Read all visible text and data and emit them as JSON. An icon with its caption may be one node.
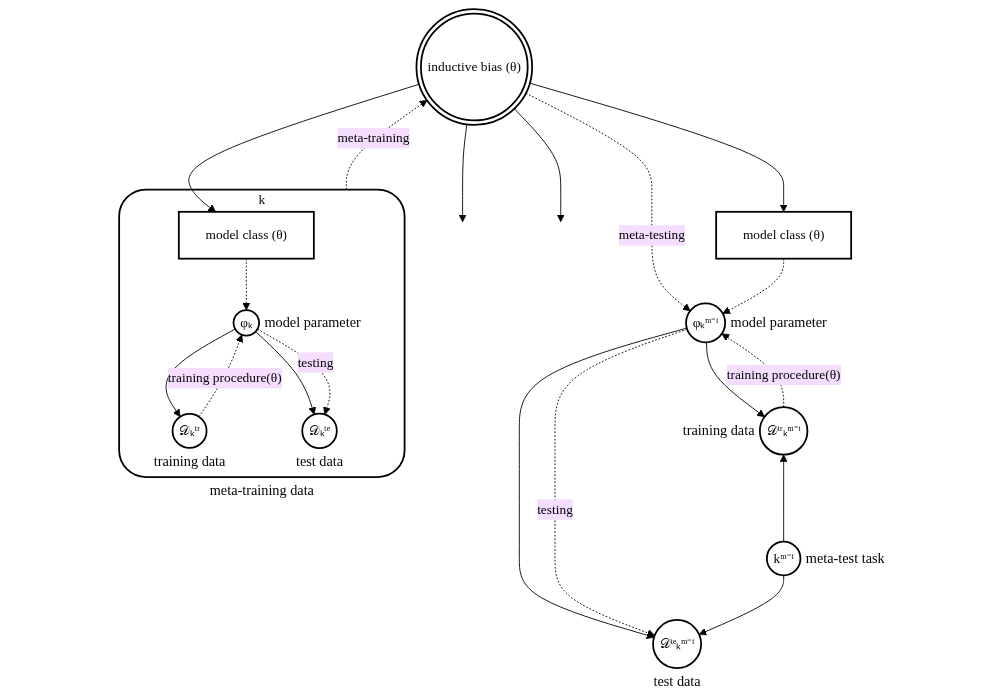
{
  "diagram": {
    "nodes": [
      {
        "text": [
          "inductive bias (θ)"
        ]
      },
      {
        "text": [
          "k"
        ],
        "beside": [
          "meta-training data"
        ]
      },
      {
        "text": [
          "model class (θ)"
        ],
        "in": 1
      },
      {
        "text": [
          "φₖ"
        ],
        "beside": [
          "model parameter"
        ],
        "in": 1
      },
      {
        "text": [
          "𝒟ₖᵗʳ"
        ],
        "beside": [
          "training data"
        ],
        "in": 1
      },
      {
        "text": [
          "𝒟ₖᵗᵉ"
        ],
        "beside": [
          "test data"
        ],
        "in": 1
      },
      {
        "text": [
          "model class (θ)"
        ]
      },
      {
        "text": [
          "φₖᵐ⁻ᵗ"
        ],
        "beside": [
          "model parameter"
        ]
      },
      {
        "text": [
          "𝒟ᵗʳₖᵐ⁻ᵗ"
        ],
        "beside": [
          "training data"
        ]
      },
      {
        "text": [
          "𝒟ᵗᵉₖᵐ⁻ᵗ"
        ],
        "beside": [
          "test data"
        ]
      },
      {
        "text": [
          "kᵐ⁻ᵗ"
        ],
        "beside": [
          "meta-test task"
        ]
      }
    ],
    "edges": [
      {
        "from": 0,
        "to": null,
        "arrow": "to"
      },
      {
        "from": 0,
        "to": 2,
        "arrow": "to"
      },
      {
        "from": 2,
        "to": 3,
        "arrow": "to",
        "style": "dashed"
      },
      {
        "from": 3,
        "to": 4,
        "arrow": "to"
      },
      {
        "from": 3,
        "to": 5,
        "arrow": "to"
      },
      {
        "from": 4,
        "to": 3,
        "arrow": "to",
        "style": "dashed",
        "label": "training procedure(θ)"
      },
      {
        "from": 3,
        "to": 5,
        "arrow": "to",
        "style": "dashed",
        "label": "testing"
      },
      {
        "from": 1,
        "to": 0,
        "arrow": "to",
        "style": "dashed",
        "label": "meta-training"
      },
      {
        "from": 0,
        "to": 6,
        "arrow": "to"
      },
      {
        "from": 0,
        "to": null,
        "arrow": "to"
      },
      {
        "from": 0,
        "to": 7,
        "arrow": "to",
        "style": "dashed",
        "label": "meta-testing"
      },
      {
        "from": 6,
        "to": 7,
        "arrow": "to",
        "style": "dashed"
      },
      {
        "from": 7,
        "to": 8,
        "arrow": "to"
      },
      {
        "from": 7,
        "to": 9,
        "arrow": "to"
      },
      {
        "from": 8,
        "to": 7,
        "arrow": "to",
        "style": "dashed",
        "label": "training procedure(θ)"
      },
      {
        "from": 7,
        "to": 9,
        "arrow": "to",
        "style": "dashed",
        "label": "testing"
      },
      {
        "from": 10,
        "to": 8,
        "arrow": "to"
      },
      {
        "from": 10,
        "to": 9,
        "arrow": "to"
      }
    ]
  }
}
